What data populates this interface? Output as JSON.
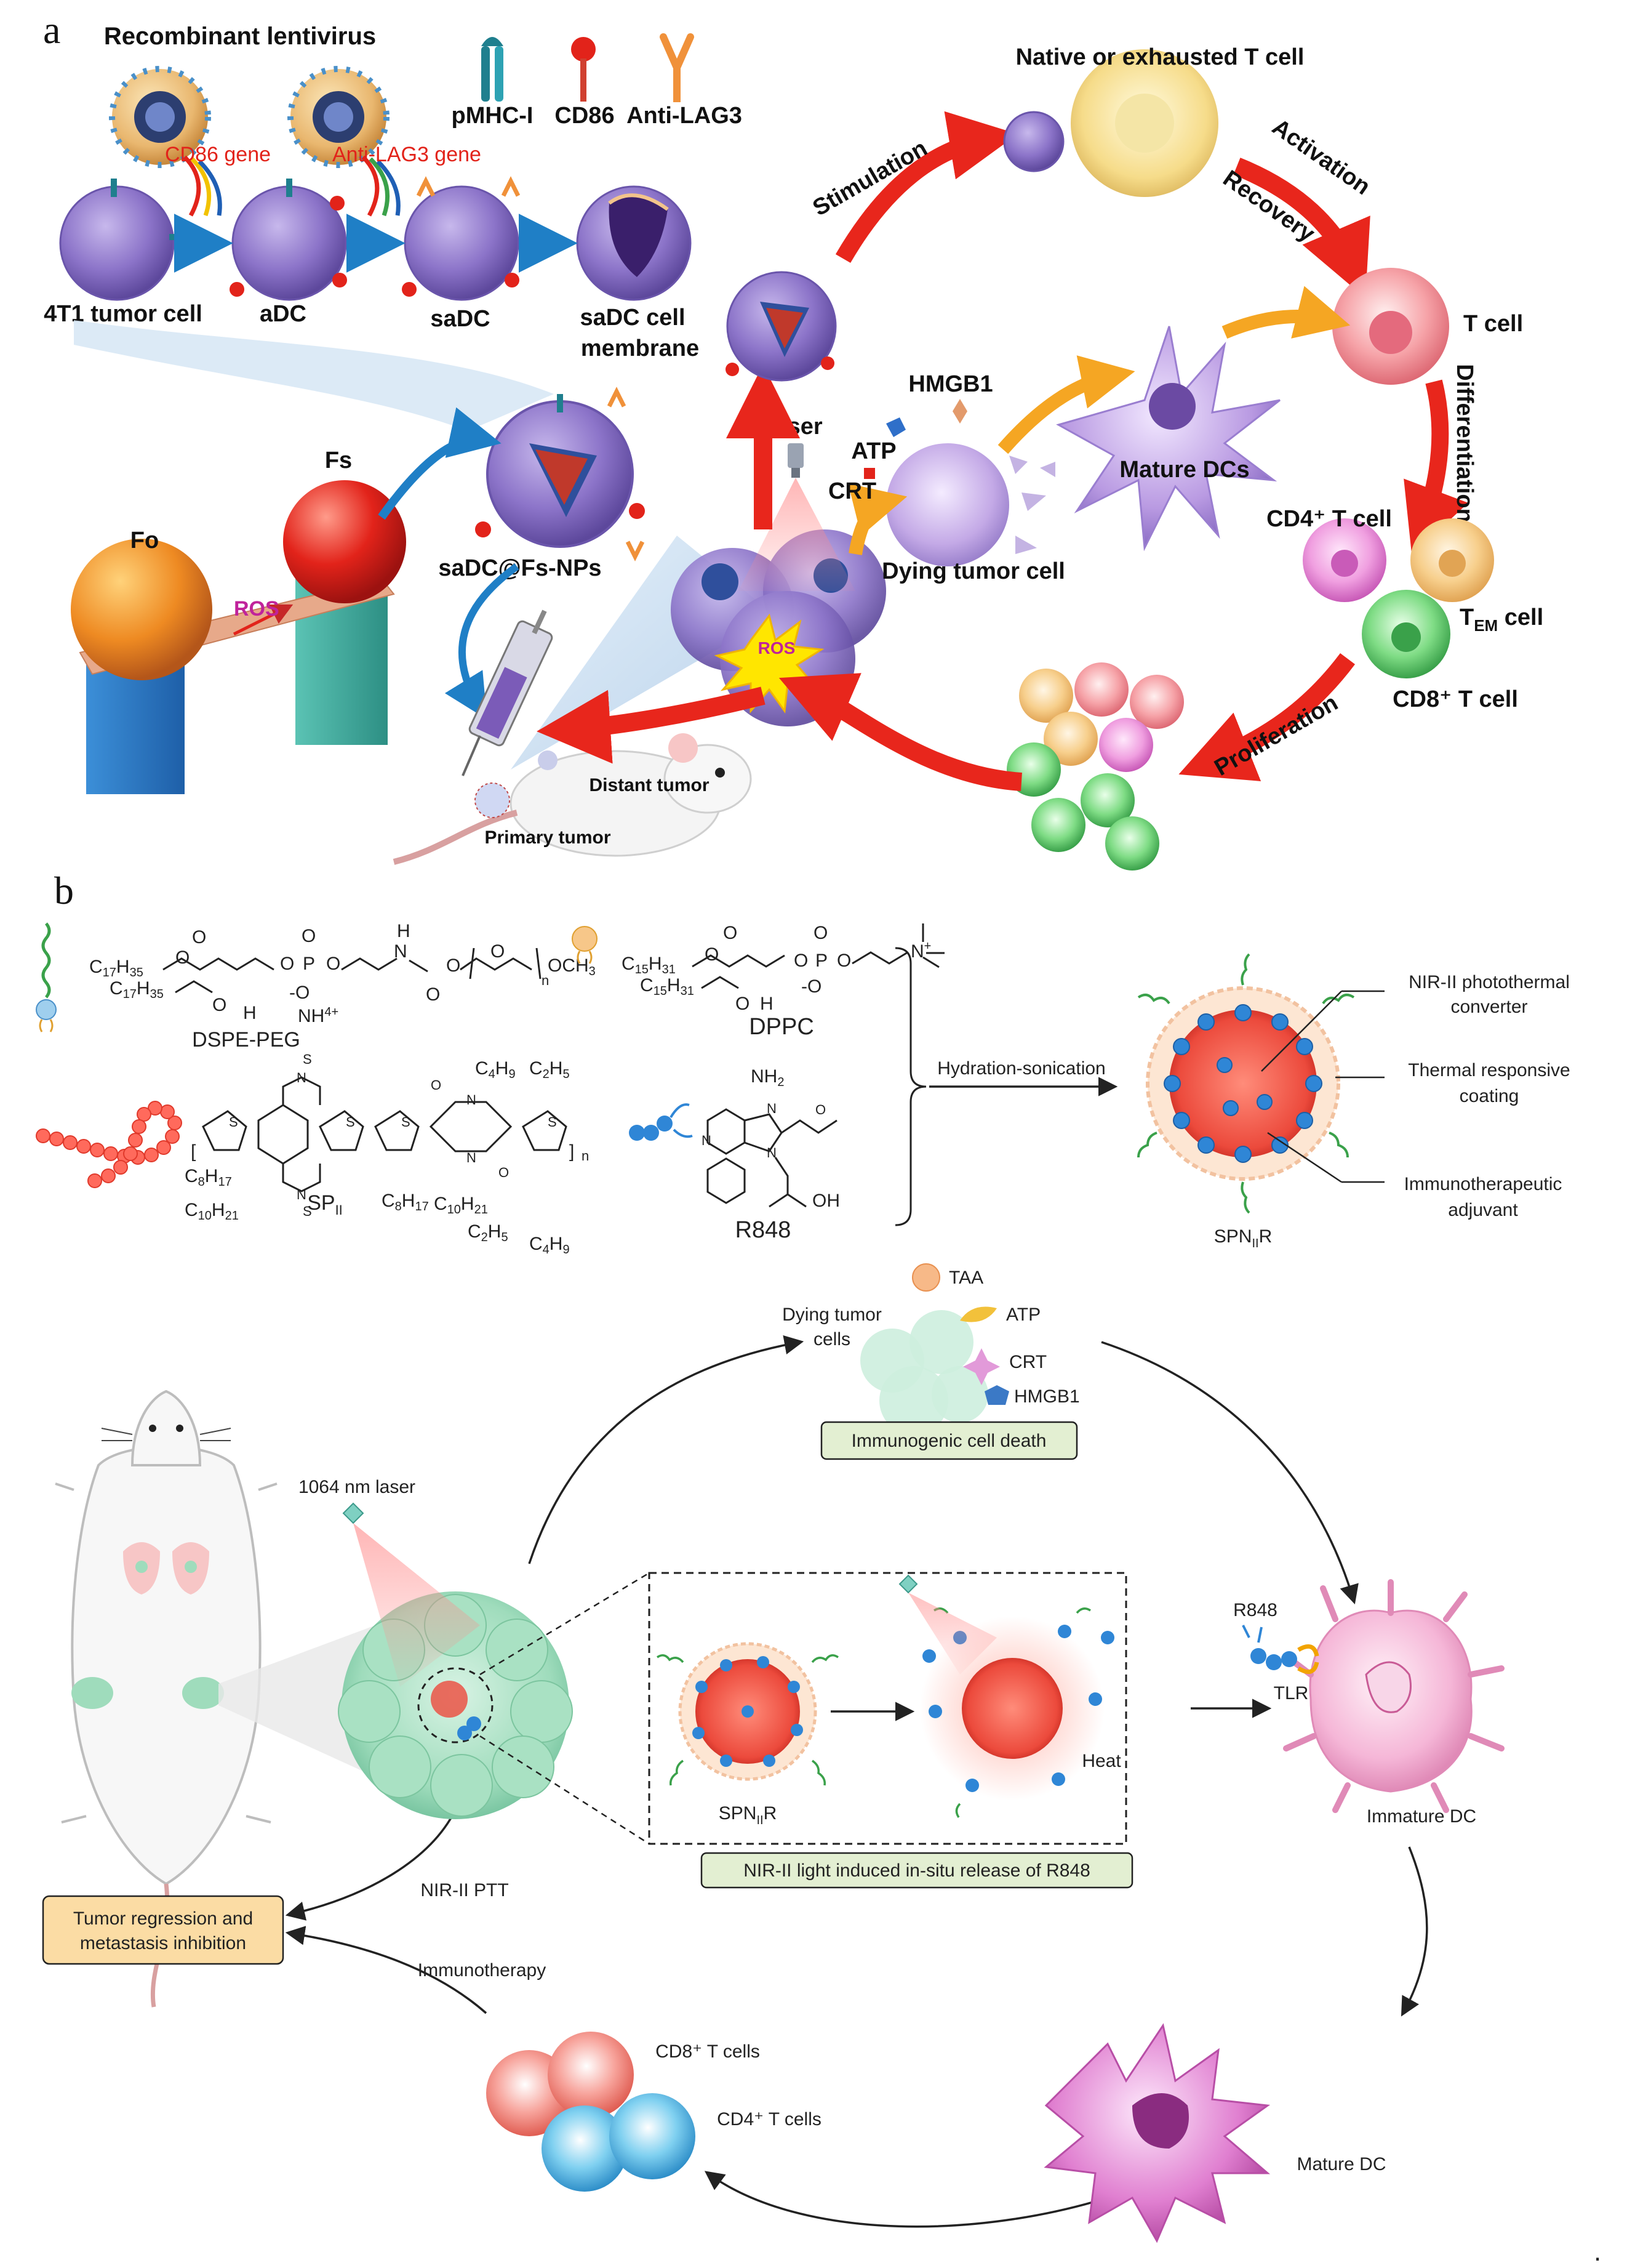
{
  "panel_a": {
    "panel_label": "a",
    "lentivirus_title": "Recombinant lentivirus",
    "gene_cd86": "CD86 gene",
    "gene_antilag3": "Anti-LAG3 gene",
    "legend": [
      "pMHC-I",
      "CD86",
      "Anti-LAG3"
    ],
    "stage_labels": [
      "4T1 tumor cell",
      "aDC",
      "saDC",
      "saDC cell",
      "membrane"
    ],
    "fo_label": "Fo",
    "fs_label": "Fs",
    "ros_arrow_label": "ROS",
    "nanoparticle_label": "saDC@Fs-NPs",
    "laser_label": "Laser",
    "ros_burst_label": "ROS",
    "hmgb1_label": "HMGB1",
    "atp_label": "ATP",
    "crt_label": "CRT",
    "dying_cell_label": "Dying tumor cell",
    "mature_dcs_label": "Mature DCs",
    "stimulation_label": "Stimulation",
    "native_tcell_label": "Native or exhausted T cell",
    "activation_label": "Activation",
    "recovery_label": "Recovery",
    "tcell_label": "T cell",
    "differentiation_label": "Differentiation",
    "cd4_label": "CD4⁺ T cell",
    "tem_label": "T",
    "tem_sub": "EM",
    "tem_suffix": " cell",
    "cd8_label": "CD8⁺ T cell",
    "proliferation_label": "Proliferation",
    "distant_tumor_label": "Distant tumor",
    "primary_tumor_label": "Primary tumor"
  },
  "panel_b": {
    "panel_label": "b",
    "dspe_peg": "DSPE-PEG",
    "dppc": "DPPC",
    "sp_main": "SP",
    "sp_sub": "II",
    "r848": "R848",
    "hydration": "Hydration-sonication",
    "callouts": [
      "NIR-II photothermal",
      "converter",
      "Thermal responsive",
      "coating",
      "Immunotherapeutic",
      "adjuvant"
    ],
    "spn_main": "SPN",
    "spn_sub": "II",
    "spn_suffix": "R",
    "dying_tumor_cells": [
      "Dying tumor",
      "cells"
    ],
    "icd_legend": [
      "TAA",
      "ATP",
      "CRT",
      "HMGB1"
    ],
    "icd_box": "Immunogenic  cell death",
    "laser_label": "1064 nm laser",
    "heat_label": "Heat",
    "release_box": "NIR-II light induced in-situ release of R848",
    "r848_dc": "R848",
    "tlr": "TLR",
    "immature_dc": "Immature DC",
    "mature_dc": "Mature DC",
    "nir_ptt": "NIR-II PTT",
    "immunotherapy": "Immunotherapy",
    "outcome_box": [
      "Tumor regression and",
      "metastasis inhibition"
    ],
    "cd8_tcells": "CD8⁺ T cells",
    "cd4_tcells": "CD4⁺ T cells"
  },
  "trailing_mark": "."
}
